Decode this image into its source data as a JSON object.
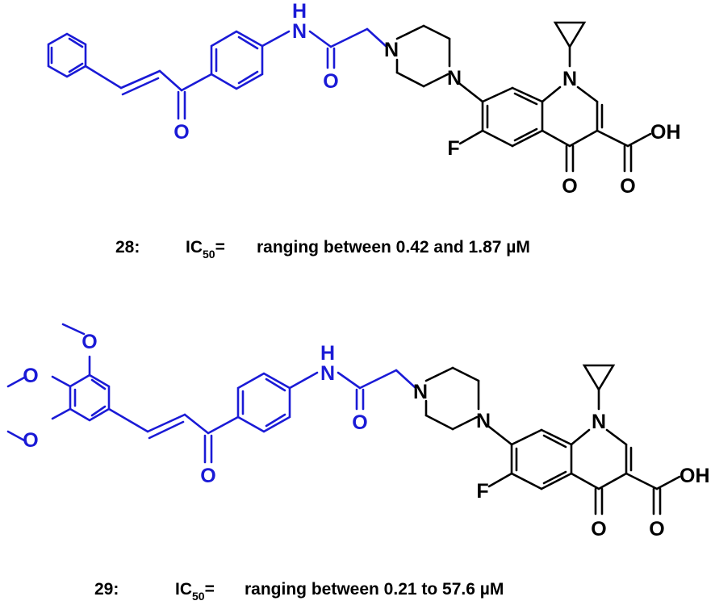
{
  "colors": {
    "chalcone": "#1a1ad6",
    "quinolone": "#000000"
  },
  "atoms": {
    "n": "N",
    "h": "H",
    "o": "O",
    "f": "F",
    "oh": "OH"
  },
  "compounds": [
    {
      "number": "28:",
      "ic_main": "IC",
      "ic_sub": "50",
      "ic_eq": "=",
      "range": "ranging between 0.42 and 1.87 µM"
    },
    {
      "number": "29:",
      "ic_main": "IC",
      "ic_sub": "50",
      "ic_eq": "=",
      "range": "ranging between 0.21 to 57.6 µM"
    }
  ]
}
